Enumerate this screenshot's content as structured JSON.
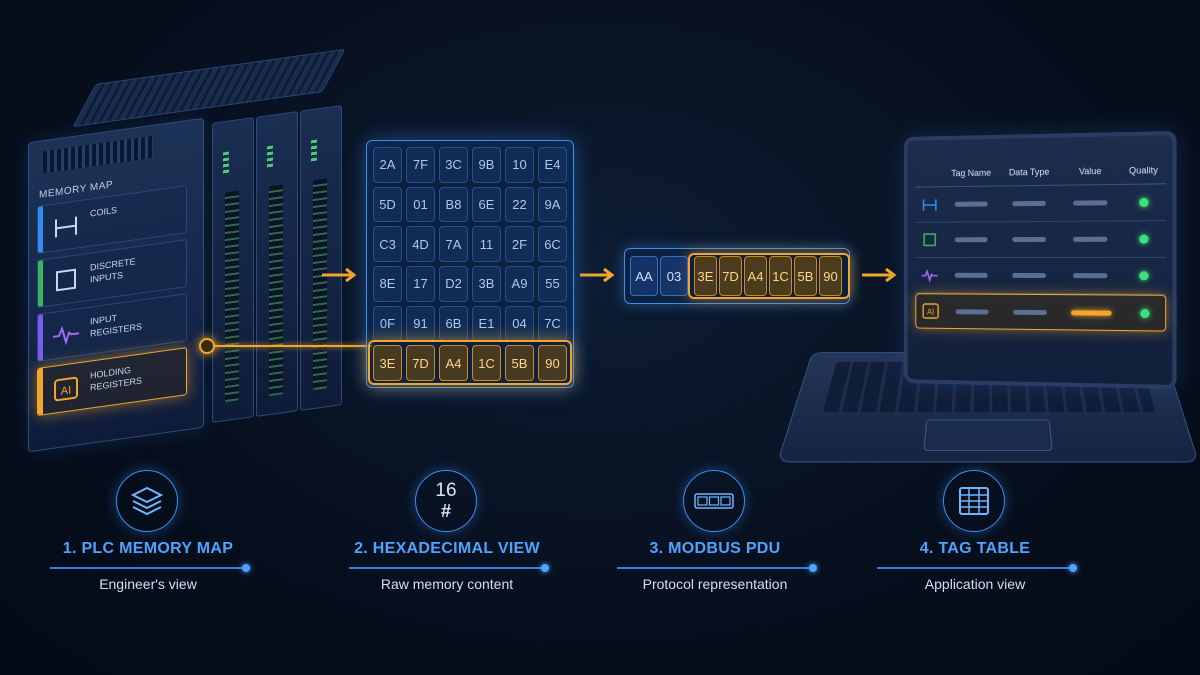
{
  "plc": {
    "memory_map_title": "MEMORY MAP",
    "areas": [
      {
        "label_line1": "COILS",
        "label_line2": "",
        "icon": "coil-icon",
        "color": "#2f8df5"
      },
      {
        "label_line1": "DISCRETE",
        "label_line2": "INPUTS",
        "icon": "square-input-icon",
        "color": "#36b55a"
      },
      {
        "label_line1": "INPUT",
        "label_line2": "REGISTERS",
        "icon": "waveform-icon",
        "color": "#7a5cf0"
      },
      {
        "label_line1": "HOLDING",
        "label_line2": "REGISTERS",
        "icon": "ai-icon",
        "color": "#f2a62a",
        "icon_text": "AI"
      }
    ]
  },
  "hex_grid": {
    "rows": [
      [
        "2A",
        "7F",
        "3C",
        "9B",
        "10",
        "E4"
      ],
      [
        "5D",
        "01",
        "B8",
        "6E",
        "22",
        "9A"
      ],
      [
        "C3",
        "4D",
        "7A",
        "11",
        "2F",
        "6C"
      ],
      [
        "8E",
        "17",
        "D2",
        "3B",
        "A9",
        "55"
      ],
      [
        "0F",
        "91",
        "6B",
        "E1",
        "04",
        "7C"
      ],
      [
        "3E",
        "7D",
        "A4",
        "1C",
        "5B",
        "90"
      ]
    ],
    "highlighted_row": 5
  },
  "pdu": {
    "cells": [
      "AA",
      "03",
      "3E",
      "7D",
      "A4",
      "1C",
      "5B",
      "90"
    ],
    "highlight_from": 2
  },
  "tag_table": {
    "headers": [
      "Tag Name",
      "Data Type",
      "Value",
      "Quality"
    ],
    "rows": [
      {
        "icon": "coil-icon",
        "color": "#2f8df5"
      },
      {
        "icon": "square-input-icon",
        "color": "#36b55a"
      },
      {
        "icon": "waveform-icon",
        "color": "#7a5cf0"
      },
      {
        "icon": "ai-icon",
        "color": "#f2a62a",
        "icon_text": "AI",
        "active": true
      }
    ]
  },
  "steps": [
    {
      "title": "1. PLC MEMORY MAP",
      "subtitle": "Engineer's view",
      "icon": "layers-icon"
    },
    {
      "title": "2. HEXADECIMAL VIEW",
      "subtitle": "Raw memory content",
      "icon": "hex-16-icon",
      "icon_text_top": "16",
      "icon_text_bottom": "#"
    },
    {
      "title": "3. MODBUS PDU",
      "subtitle": "Protocol representation",
      "icon": "packet-icon"
    },
    {
      "title": "4. TAG TABLE",
      "subtitle": "Application view",
      "icon": "table-icon"
    }
  ],
  "colors": {
    "accent_blue": "#3c8df0",
    "accent_amber": "#f2a62a",
    "quality_green": "#3de07a"
  }
}
